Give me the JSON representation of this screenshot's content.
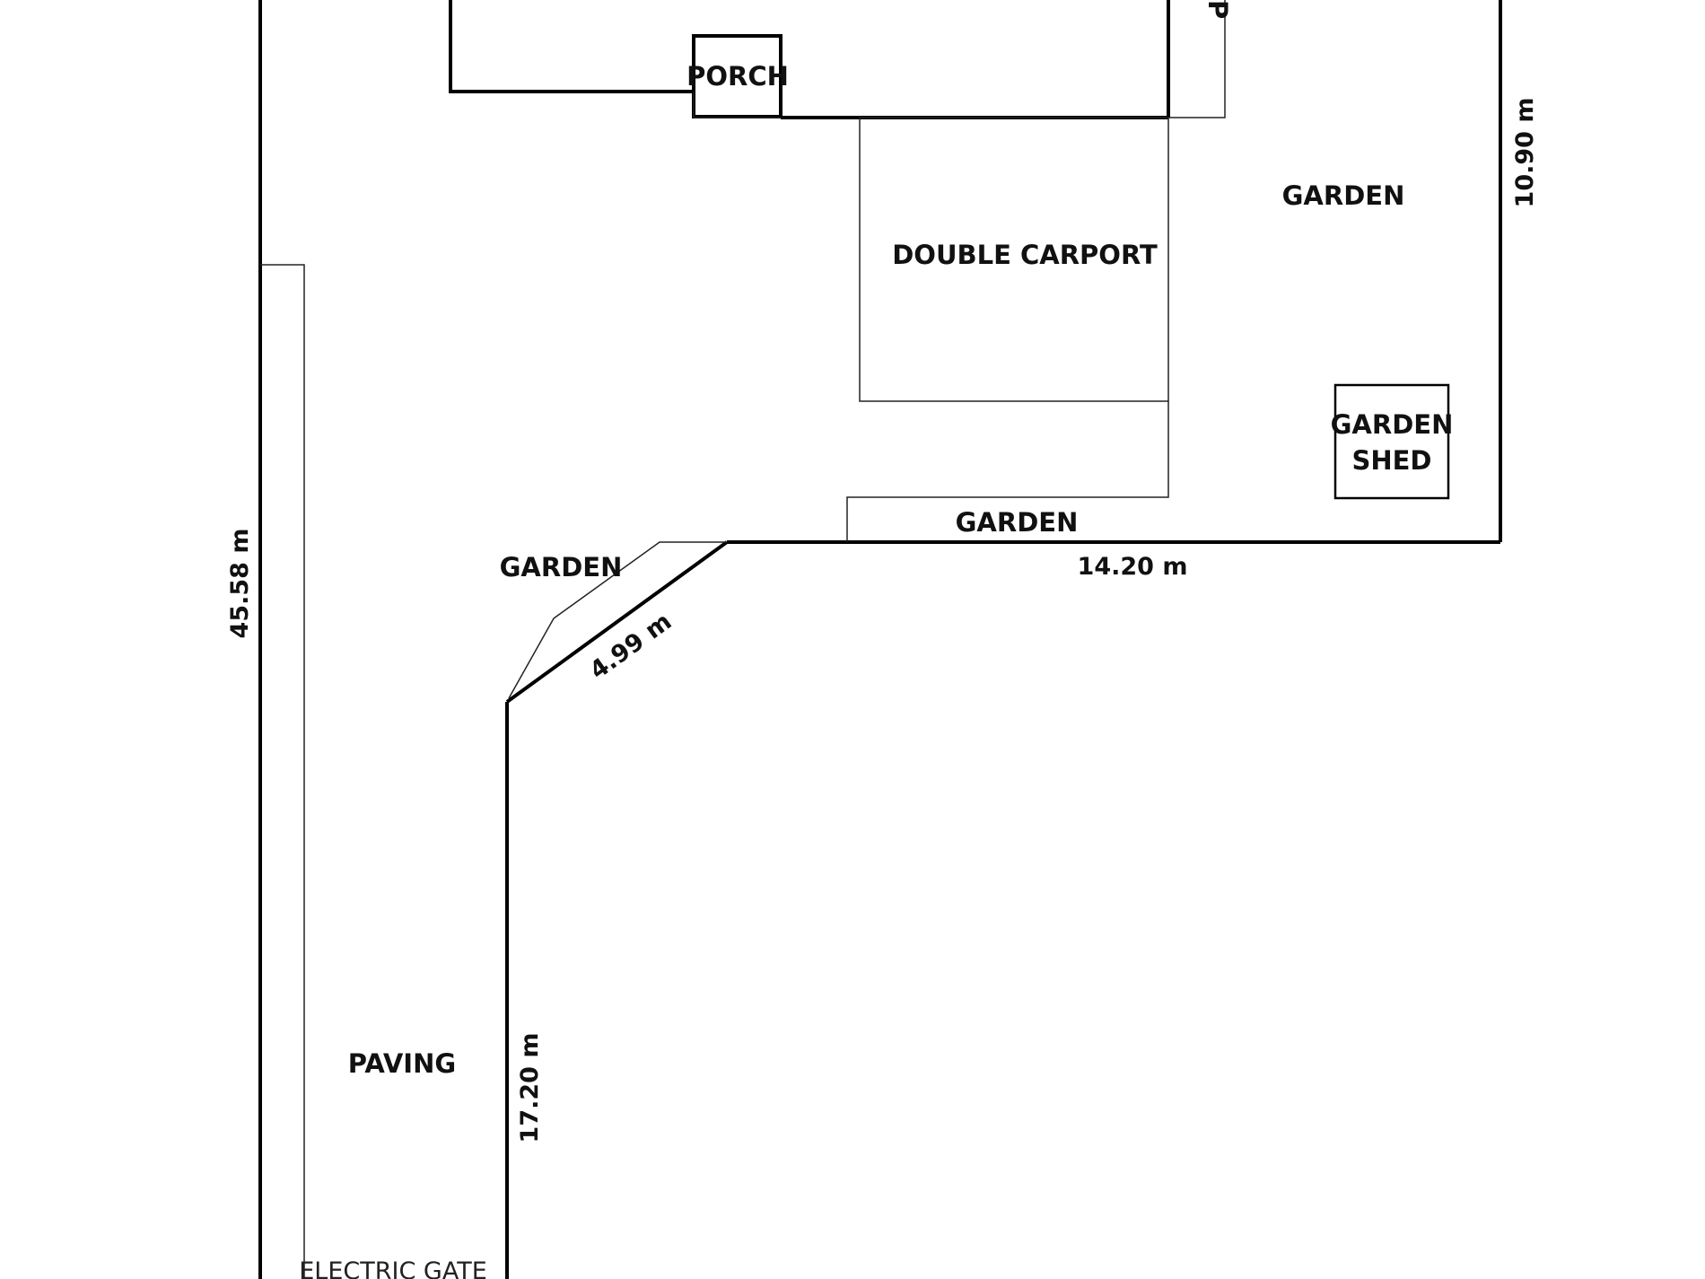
{
  "plan": {
    "rooms": {
      "porch": "PORCH",
      "double_carport": "DOUBLE CARPORT",
      "garden_top_right": "GARDEN",
      "garden_shed_line1": "GARDEN",
      "garden_shed_line2": "SHED",
      "garden_middle": "GARDEN",
      "garden_left": "GARDEN",
      "paving": "PAVING",
      "electric_gate": "ELECTRIC GATE",
      "top_partial": "P"
    },
    "dimensions": {
      "left_boundary": "45.58 m",
      "right_boundary": "10.90 m",
      "bottom_boundary": "14.20 m",
      "diagonal_boundary": "4.99 m",
      "inner_left_boundary": "17.20 m"
    }
  }
}
